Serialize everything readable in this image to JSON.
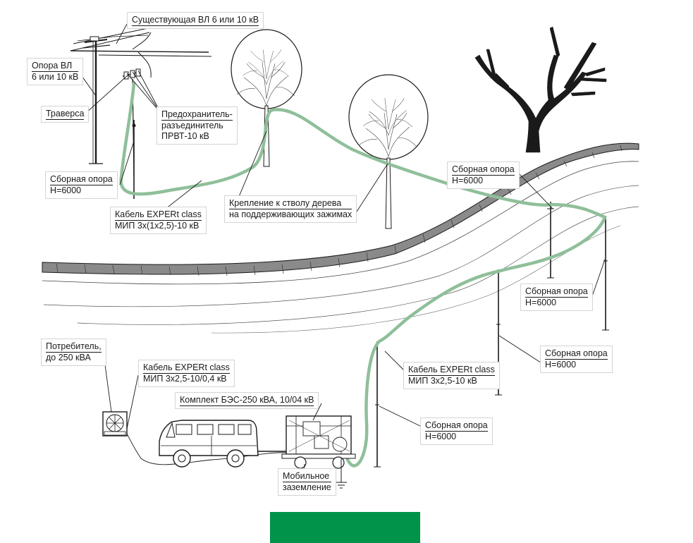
{
  "labels": {
    "existing_line": "Существующая ВЛ  6 или 10 кВ",
    "pole_vl": [
      "Опора ВЛ",
      "6 или 10 кВ"
    ],
    "traverse": "Траверса",
    "fuse": [
      "Предохранитель-",
      "разъединитель",
      "ПРВТ-10 кВ"
    ],
    "pole_1": [
      "Сборная опора",
      "Н=6000"
    ],
    "cable_top": [
      "Кабель EXPERt class",
      "МИП 3х(1х2,5)-10 кВ"
    ],
    "tree_mount": [
      "Крепление к стволу дерева",
      "на поддерживающих зажимах"
    ],
    "pole_2": [
      "Сборная опора",
      "Н=6000"
    ],
    "pole_3": [
      "Сборная опора",
      "Н=6000"
    ],
    "pole_4": [
      "Сборная опора",
      "Н=6000"
    ],
    "cable_mid": [
      "Кабель EXPERt class",
      "МИП 3х2,5-10 кВ"
    ],
    "pole_5": [
      "Сборная опора",
      "Н=6000"
    ],
    "consumer": [
      "Потребитель,",
      "до 250 кВА"
    ],
    "cable_low": [
      "Кабель EXPERt class",
      "МИП 3х2,5-10/0,4 кВ"
    ],
    "kit": "Комплект БЭС-250 кВА, 10/04 кВ",
    "grounding": [
      "Мобильное",
      "заземление"
    ]
  },
  "colors": {
    "cable": "#8fbf9a",
    "line": "#1a1a1a",
    "road_band": "#8a8a8a",
    "brand": "#00934a"
  }
}
